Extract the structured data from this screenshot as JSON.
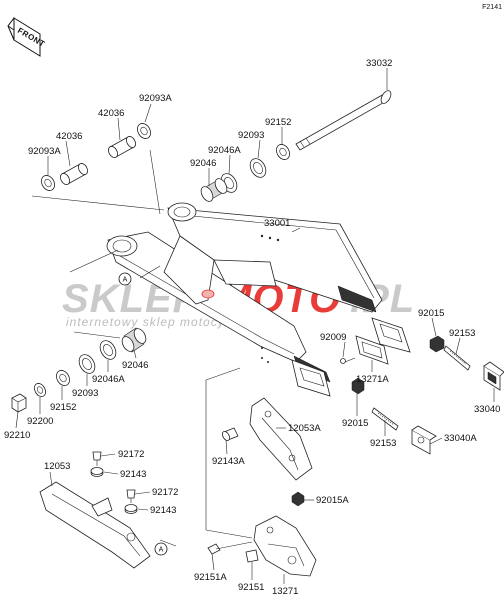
{
  "sheet_id": "F2141",
  "front_label": "FRONT",
  "callout_letter": "A",
  "watermark": {
    "brand_left": "SKLEP",
    "brand_right": "MOTO",
    "brand_tld": ".PL",
    "tagline": "internetowy sklep motocyklowy",
    "accent_color": "#e8322f",
    "gray_color": "#c8c8c8"
  },
  "part_labels": [
    {
      "id": "p33032",
      "text": "33032"
    },
    {
      "id": "p92093a1",
      "text": "92093A"
    },
    {
      "id": "p42036a",
      "text": "42036"
    },
    {
      "id": "p42036b",
      "text": "42036"
    },
    {
      "id": "p92093a2",
      "text": "92093A"
    },
    {
      "id": "p92152a",
      "text": "92152"
    },
    {
      "id": "p92093a",
      "text": "92093"
    },
    {
      "id": "p92046a1",
      "text": "92046A"
    },
    {
      "id": "p92046a",
      "text": "92046"
    },
    {
      "id": "p33001",
      "text": "33001"
    },
    {
      "id": "p92015a",
      "text": "92015"
    },
    {
      "id": "p92153a",
      "text": "92153"
    },
    {
      "id": "p92009",
      "text": "92009"
    },
    {
      "id": "p13271a",
      "text": "13271A"
    },
    {
      "id": "p33040",
      "text": "33040"
    },
    {
      "id": "p92046b",
      "text": "92046"
    },
    {
      "id": "p92046a2",
      "text": "92046A"
    },
    {
      "id": "p92093b",
      "text": "92093"
    },
    {
      "id": "p92152b",
      "text": "92152"
    },
    {
      "id": "p92200",
      "text": "92200"
    },
    {
      "id": "p92210",
      "text": "92210"
    },
    {
      "id": "p92015b",
      "text": "92015"
    },
    {
      "id": "p92153b",
      "text": "92153"
    },
    {
      "id": "p33040a",
      "text": "33040A"
    },
    {
      "id": "p12053a",
      "text": "12053A"
    },
    {
      "id": "p92143a",
      "text": "92143A"
    },
    {
      "id": "p92172a",
      "text": "92172"
    },
    {
      "id": "p92143b",
      "text": "92143"
    },
    {
      "id": "p12053",
      "text": "12053"
    },
    {
      "id": "p92172b",
      "text": "92172"
    },
    {
      "id": "p92143c",
      "text": "92143"
    },
    {
      "id": "p92015a2",
      "text": "92015A"
    },
    {
      "id": "p92151a",
      "text": "92151A"
    },
    {
      "id": "p92151",
      "text": "92151"
    },
    {
      "id": "p13271",
      "text": "13271"
    }
  ]
}
